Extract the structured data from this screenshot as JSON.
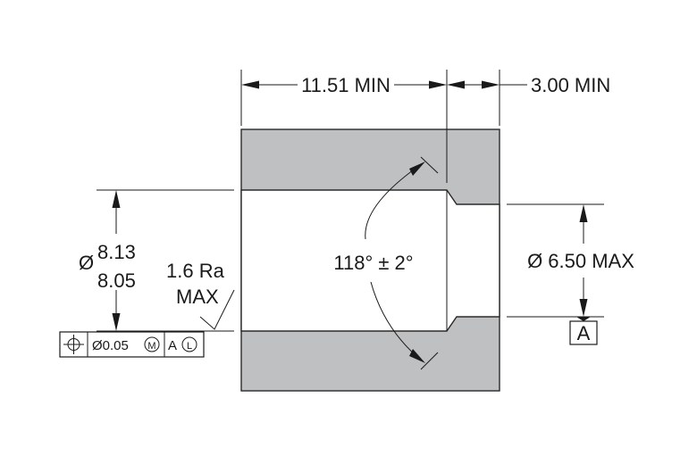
{
  "dimensions": {
    "overall_length": "11.51 MIN",
    "step_length": "3.00 MIN",
    "large_bore_diameter_symbol": "Ø",
    "large_bore_upper": "8.13",
    "large_bore_lower": "8.05",
    "small_bore_diameter": "Ø 6.50 MAX",
    "drill_point_angle": "118° ± 2°",
    "surface_finish_value": "1.6 Ra",
    "surface_finish_limit": "MAX"
  },
  "feature_control_frame": {
    "tolerance": "Ø0.05",
    "tolerance_modifier": "M",
    "datum": "A",
    "datum_modifier": "L"
  },
  "datum_label": "A"
}
